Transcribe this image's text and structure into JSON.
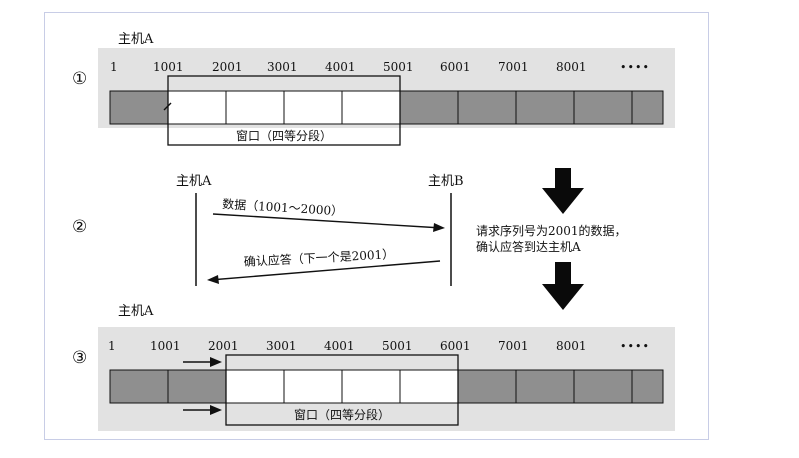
{
  "step1": {
    "marker": "①",
    "host_label": "主机A",
    "ticks": [
      "1",
      "1001",
      "2001",
      "3001",
      "4001",
      "5001",
      "6001",
      "7001",
      "8001",
      "••••"
    ],
    "window_label": "窗口（四等分段）"
  },
  "step2": {
    "marker": "②",
    "host_a": "主机A",
    "host_b": "主机B",
    "data_msg": "数据（1001～2000）",
    "ack_msg": "确认应答（下一个是2001）",
    "note_line1": "请求序列号为2001的数据，",
    "note_line2": "确认应答到达主机A"
  },
  "step3": {
    "marker": "③",
    "host_label": "主机A",
    "ticks": [
      "1",
      "1001",
      "2001",
      "3001",
      "4001",
      "5001",
      "6001",
      "7001",
      "8001",
      "••••"
    ],
    "window_label": "窗口（四等分段）"
  },
  "colors": {
    "band_background": "#e2e2e2",
    "segment_shaded": "#8f8f8f",
    "segment_window": "#ffffff",
    "line": "#111111"
  }
}
